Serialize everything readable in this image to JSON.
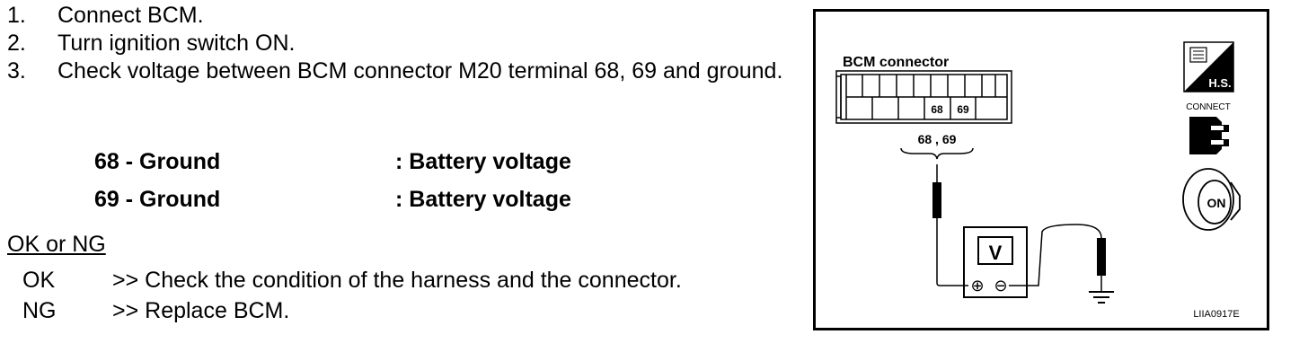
{
  "steps": [
    {
      "num": "1.",
      "text": "Connect BCM."
    },
    {
      "num": "2.",
      "text": "Turn ignition switch ON."
    },
    {
      "num": "3.",
      "text": "Check voltage between BCM connector M20 terminal 68, 69 and ground."
    }
  ],
  "specs": [
    {
      "label": "68 - Ground",
      "value": ": Battery voltage"
    },
    {
      "label": "69 - Ground",
      "value": ": Battery voltage"
    }
  ],
  "okng": {
    "heading": "OK or NG",
    "results": [
      {
        "key": "OK",
        "text": ">> Check the condition of the harness and the connector."
      },
      {
        "key": "NG",
        "text": ">> Replace BCM."
      }
    ]
  },
  "figure": {
    "connector_label": "BCM connector",
    "terminal_a": "68",
    "terminal_b": "69",
    "terminal_pair": "68 , 69",
    "meter_label": "V",
    "plus_symbol": "⊕",
    "minus_symbol": "⊖",
    "hs_label": "H.S.",
    "connect_label": "CONNECT",
    "key_label": "ON",
    "figure_code": "LIIA0917E"
  }
}
